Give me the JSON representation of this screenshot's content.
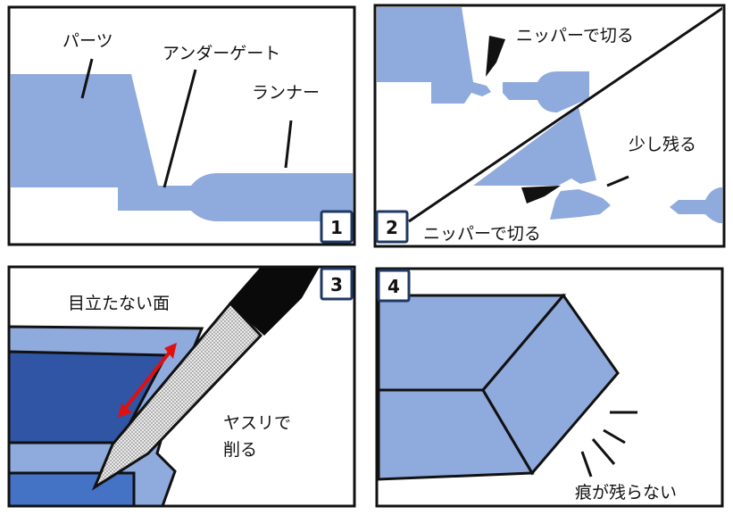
{
  "colors": {
    "part": "#8faadc",
    "part_dark": "#2f55a4",
    "part_mid": "#4472c4",
    "frame": "#111111",
    "arrow": "#e01010",
    "badge_border": "#1f3864"
  },
  "panels": [
    {
      "number": "1",
      "labels": {
        "part": "パーツ",
        "undergate": "アンダーゲート",
        "runner": "ランナー"
      }
    },
    {
      "number": "2",
      "labels": {
        "cut_top": "ニッパーで切る",
        "remain": "少し残る",
        "cut_bottom": "ニッパーで切る"
      }
    },
    {
      "number": "3",
      "labels": {
        "inconspicuous_face": "目立たない面",
        "file_line1": "ヤスリで",
        "file_line2": "削る"
      }
    },
    {
      "number": "4",
      "labels": {
        "no_marks": "痕が残らない"
      }
    }
  ]
}
